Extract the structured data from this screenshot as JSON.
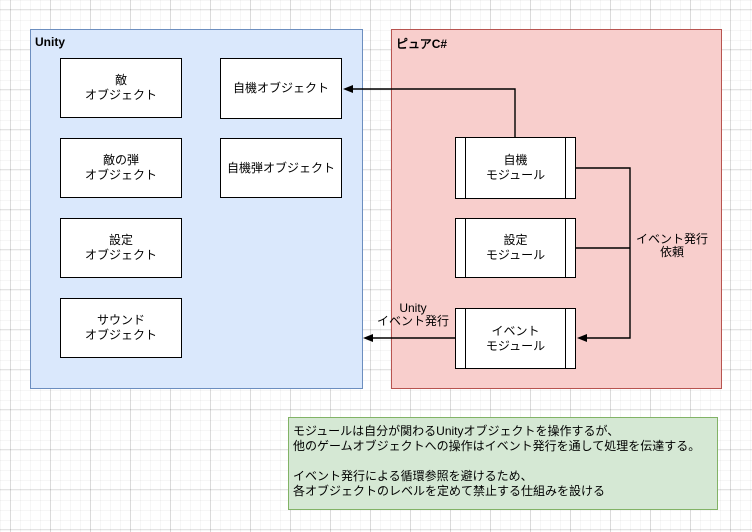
{
  "regions": {
    "unity": {
      "title": "Unity",
      "fill": "#dae8fc",
      "stroke": "#6c8ebf",
      "boxes": [
        {
          "id": "enemy-object",
          "label": "敵\nオブジェクト"
        },
        {
          "id": "player-object",
          "label": "自機オブジェクト"
        },
        {
          "id": "enemy-bullet-object",
          "label": "敵の弾\nオブジェクト"
        },
        {
          "id": "player-bullet-object",
          "label": "自機弾オブジェクト"
        },
        {
          "id": "settings-object",
          "label": "設定\nオブジェクト"
        },
        {
          "id": "sound-object",
          "label": "サウンド\nオブジェクト"
        }
      ]
    },
    "pure_csharp": {
      "title": "ピュアC#",
      "fill": "#f8cecc",
      "stroke": "#b85450",
      "modules": [
        {
          "id": "player-module",
          "label": "自機\nモジュール"
        },
        {
          "id": "settings-module",
          "label": "設定\nモジュール"
        },
        {
          "id": "event-module",
          "label": "イベント\nモジュール"
        }
      ]
    }
  },
  "edge_labels": {
    "unity_event_publish": "Unity\nイベント発行",
    "event_publish_request": "イベント発行\n依頼"
  },
  "note": {
    "fill": "#d5e8d4",
    "stroke": "#82b366",
    "text": "モジュールは自分が関わるUnityオブジェクトを操作するが、\n他のゲームオブジェクトへの操作はイベント発行を通して処理を伝達する。\n\nイベント発行による循環参照を避けるため、\n各オブジェクトのレベルを定めて禁止する仕組みを設ける"
  },
  "wire_color": "#000000"
}
